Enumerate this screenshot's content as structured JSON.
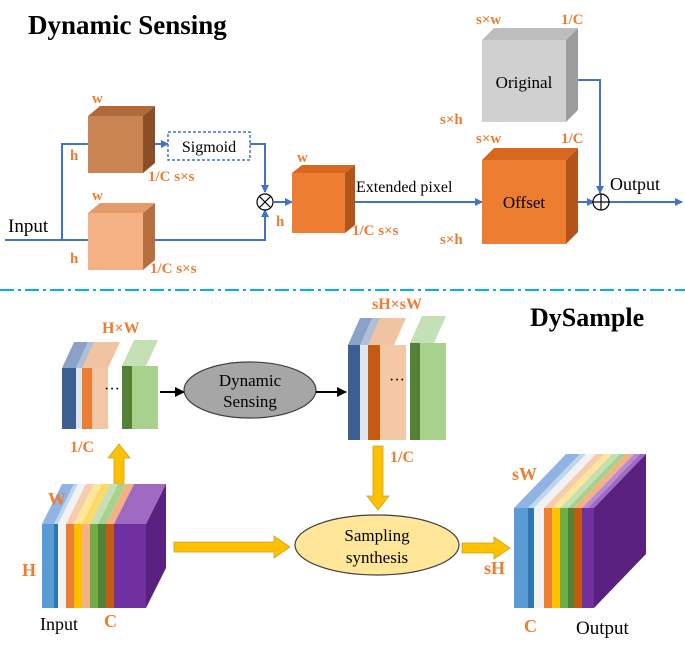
{
  "top": {
    "title": "Dynamic Sensing",
    "input_label": "Input",
    "sigmoid_label": "Sigmoid",
    "extended_label": "Extended pixel",
    "original_label": "Original",
    "offset_label": "Offset",
    "output_label": "Output",
    "dims": {
      "w": "w",
      "h": "h",
      "c_ss": "1/C s×s",
      "sw": "s×w",
      "sh": "s×h",
      "c": "1/C"
    }
  },
  "bottom": {
    "title": "DySample",
    "hw": "H×W",
    "shsw": "sH×sW",
    "c_frac": "1/C",
    "dyn_sensing_line1": "Dynamic",
    "dyn_sensing_line2": "Sensing",
    "sampling_line1": "Sampling",
    "sampling_line2": "synthesis",
    "dots": "···",
    "input_label": "Input",
    "output_label": "Output",
    "W": "W",
    "H": "H",
    "C": "C",
    "sW": "sW",
    "sH": "sH"
  },
  "colors": {
    "arrow_blue": "#4472C4",
    "arrow_yellow": "#FFC000",
    "orange": "#ED7D31",
    "brown": "#C98452",
    "peach": "#F4B183",
    "gray": "#D0D0D0",
    "purple": "#7030A0",
    "divider": "#00B0F0"
  }
}
